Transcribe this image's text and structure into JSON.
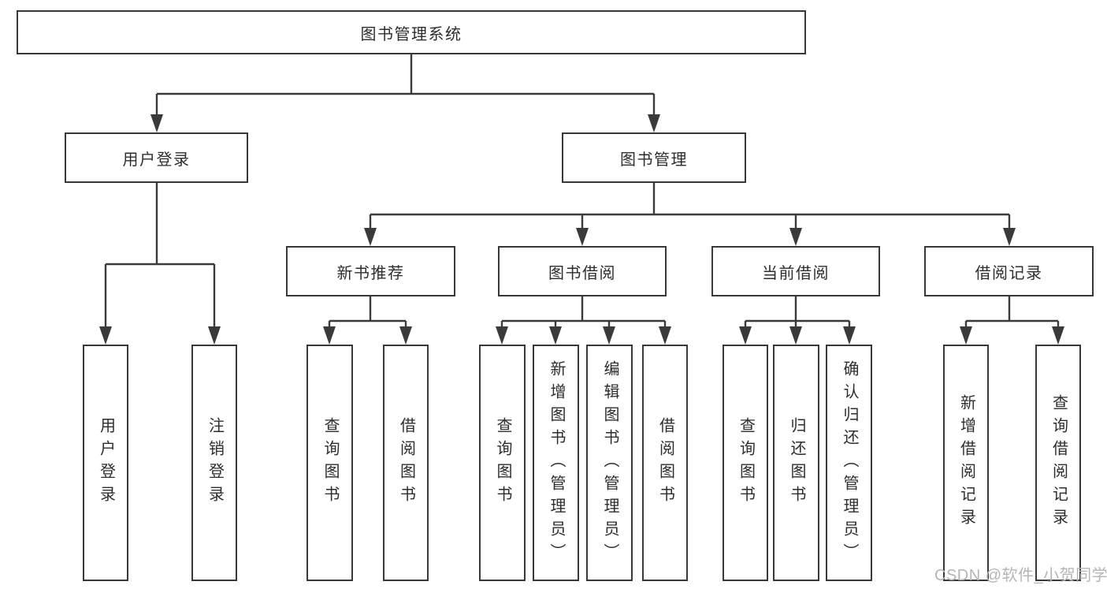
{
  "title": "图书管理系统",
  "watermark": {
    "text": "CSDN @软件_小贺同学"
  },
  "colors": {
    "line": "#3a3a3a",
    "box_border": "#383838",
    "text": "#2d2d2d",
    "watermark": "#b5b5b5",
    "background": "#ffffff"
  },
  "tree": {
    "label": "图书管理系统",
    "children": [
      {
        "label": "用户登录",
        "children": [
          {
            "label": "用户登录"
          },
          {
            "label": "注销登录"
          }
        ]
      },
      {
        "label": "图书管理",
        "children": [
          {
            "label": "新书推荐",
            "children": [
              {
                "label": "查询图书"
              },
              {
                "label": "借阅图书"
              }
            ]
          },
          {
            "label": "图书借阅",
            "children": [
              {
                "label": "查询图书"
              },
              {
                "label": "新增图书（管理员）"
              },
              {
                "label": "编辑图书（管理员）"
              },
              {
                "label": "借阅图书"
              }
            ]
          },
          {
            "label": "当前借阅",
            "children": [
              {
                "label": "查询图书"
              },
              {
                "label": "归还图书"
              },
              {
                "label": "确认归还（管理员）"
              }
            ]
          },
          {
            "label": "借阅记录",
            "children": [
              {
                "label": "新增借阅记录"
              },
              {
                "label": "查询借阅记录"
              }
            ]
          }
        ]
      }
    ]
  }
}
